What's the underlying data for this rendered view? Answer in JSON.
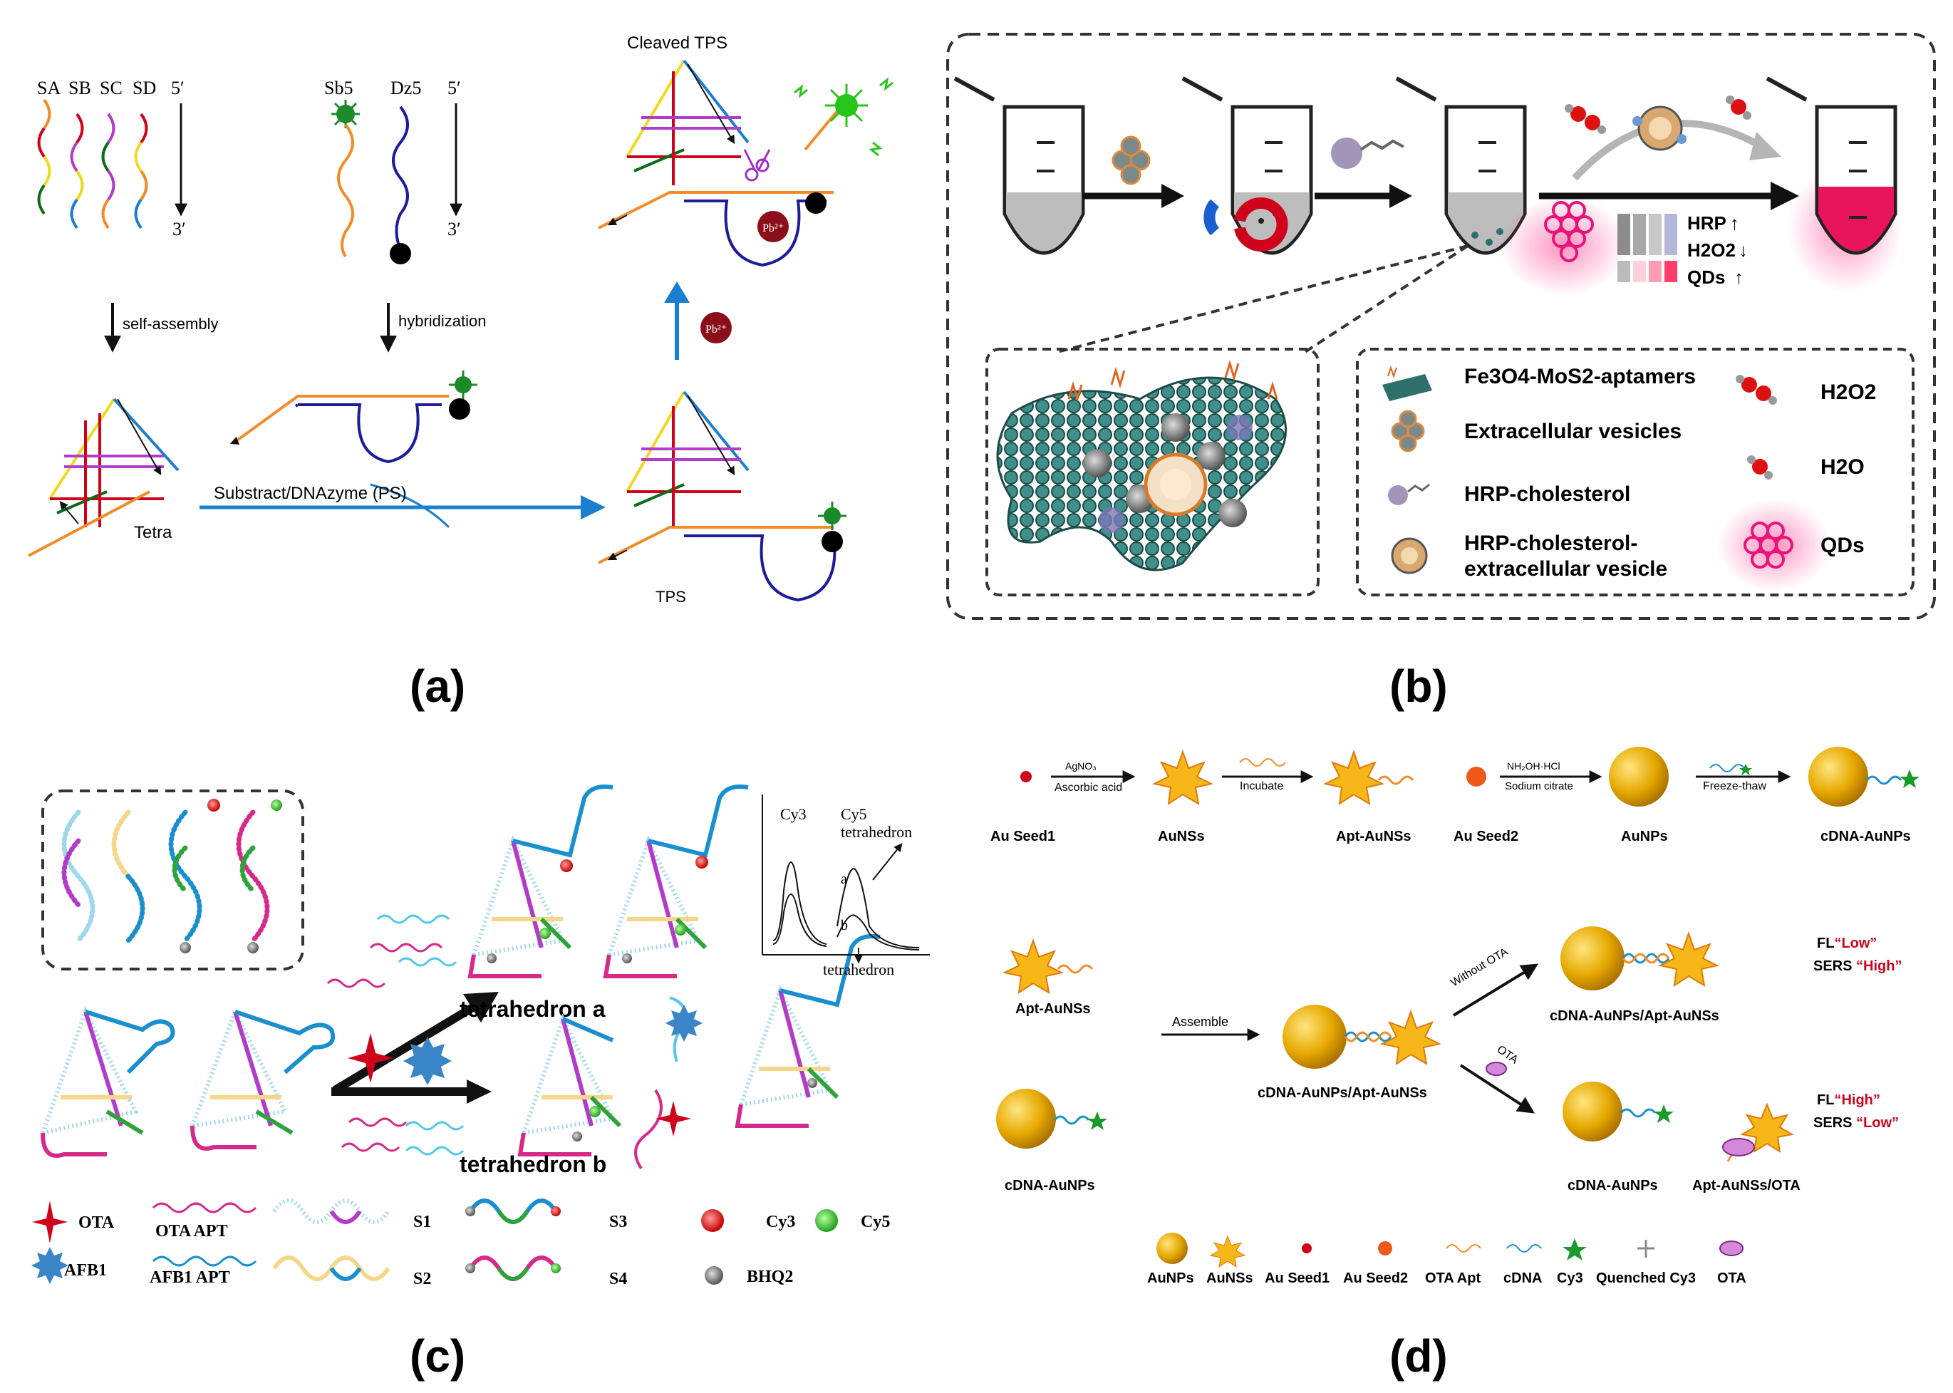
{
  "colors": {
    "red": "#d0021b",
    "yellow": "#f2d81e",
    "green": "#0f6b1a",
    "blue": "#1a7fd0",
    "orange": "#f28c28",
    "purple": "#b23cc8",
    "navy": "#1c1c9c",
    "magenta": "#d62a8a",
    "cyan": "#55c8e8",
    "teal": "#2e6f6a",
    "gold": "#e6a800",
    "arrowBlue": "#1a7fd0"
  },
  "panel_a": {
    "label": "(a)",
    "strands": [
      "SA",
      "SB",
      "SC",
      "SD"
    ],
    "strands2": [
      "Sb5",
      "Dz5"
    ],
    "five_prime": "5′",
    "three_prime": "3′",
    "self_assembly": "self-assembly",
    "hybridization": "hybridization",
    "tetra": "Tetra",
    "substrate": "Substract/DNAzyme (PS)",
    "tps": "TPS",
    "cleaved": "Cleaved TPS",
    "pb": "Pb²⁺"
  },
  "panel_b": {
    "label": "(b)",
    "hrp": "HRP",
    "h2o2_short": "H2O2",
    "qds_short": "QDs",
    "up": "↑",
    "down": "↓",
    "legend": {
      "fe3o4": "Fe3O4-MoS2-aptamers",
      "ev": "Extracellular vesicles",
      "hrpchol": "HRP-cholesterol",
      "hrpchol_ev1": "HRP-cholesterol-",
      "hrpchol_ev2": "extracellular vesicle",
      "h2o2": "H2O2",
      "h2o": "H2O",
      "qds": "QDs"
    }
  },
  "panel_c": {
    "label": "(c)",
    "cy3": "Cy3",
    "cy5": "Cy5",
    "tetrahedron": "tetrahedron",
    "a": "a",
    "b": "b",
    "tet_a": "tetrahedron a",
    "tet_b": "tetrahedron b",
    "legend": {
      "ota": "OTA",
      "afb1": "AFB1",
      "ota_apt": "OTA APT",
      "afb1_apt": "AFB1 APT",
      "s1": "S1",
      "s2": "S2",
      "s3": "S3",
      "s4": "S4",
      "cy3": "Cy3",
      "cy5": "Cy5",
      "bhq2": "BHQ2"
    }
  },
  "panel_d": {
    "label": "(d)",
    "agno3": "AgNO₃",
    "ascorbic": "Ascorbic acid",
    "incubate": "Incubate",
    "nh2oh": "NH₂OH·HCl",
    "citrate": "Sodium citrate",
    "freeze": "Freeze-thaw",
    "au_seed1": "Au Seed1",
    "aunss": "AuNSs",
    "apt_aunss": "Apt-AuNSs",
    "au_seed2": "Au Seed2",
    "aunps": "AuNPs",
    "cdna_aunps": "cDNA-AuNPs",
    "assemble": "Assemble",
    "without_ota": "Without OTA",
    "ota": "OTA",
    "complex": "cDNA-AuNPs/Apt-AuNSs",
    "apt_aunss_ota": "Apt-AuNSs/OTA",
    "fl": "FL",
    "sers": "SERS",
    "low": "“Low”",
    "high": "“High”",
    "legend": [
      "AuNPs",
      "AuNSs",
      "Au Seed1",
      "Au Seed2",
      "OTA Apt",
      "cDNA",
      "Cy3",
      "Quenched Cy3",
      "OTA"
    ]
  }
}
